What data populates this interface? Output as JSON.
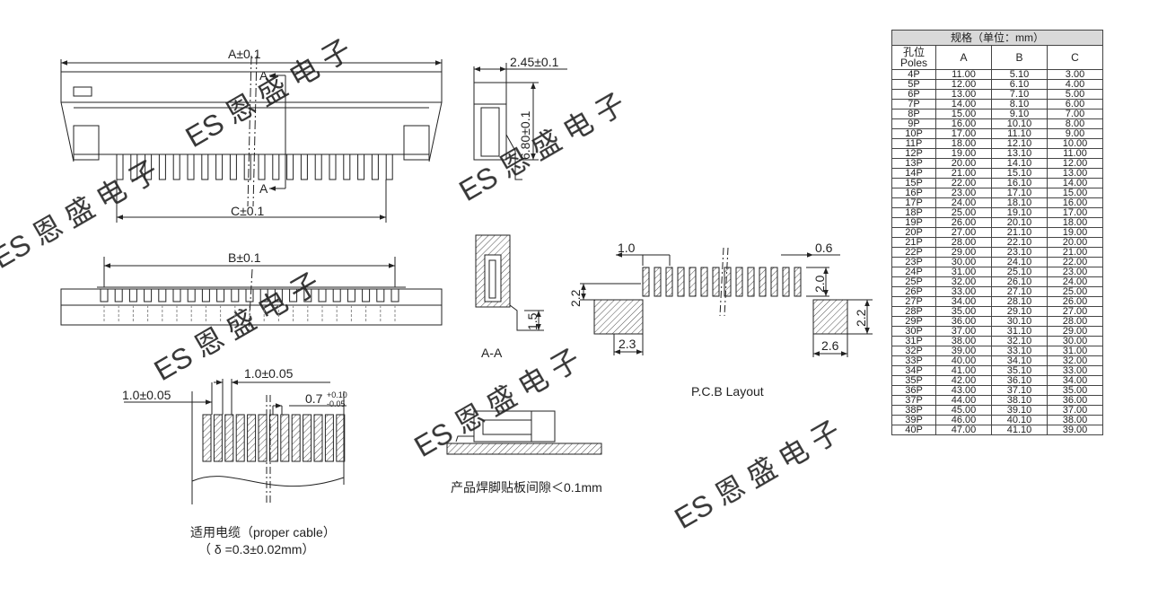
{
  "dims": {
    "a": "A±0.1",
    "c": "C±0.1",
    "b": "B±0.1",
    "section_mark": "A",
    "depth": "2.45±0.1",
    "height": "6.80±0.1",
    "section_h": "1.5",
    "pitch": "1.0±0.05",
    "edge": "1.0±0.05",
    "width": "0.7",
    "tol_plus": "+0.10",
    "tol_minus": "-0.05",
    "pcb_pitch": "1.0",
    "pcb_pad_w": "0.6",
    "pcb_pad_h": "2.0",
    "pcb_left_h": "2.2",
    "pcb_left_w": "2.3",
    "pcb_right_h": "2.2",
    "pcb_right_w": "2.6"
  },
  "captions": {
    "section": "A-A",
    "pcb": "P.C.B Layout",
    "solder": "产品焊脚贴板间隙＜0.1mm",
    "cable_1": "适用电缆（proper cable）",
    "cable_2": "（ δ =0.3±0.02mm）"
  },
  "watermark": "ES 恩 盛 电 子",
  "colors": {
    "line": "#222222",
    "header": "#d9d9d9",
    "watermark": "#e8e8e8"
  },
  "spec_table": {
    "title": "规格（单位：mm）",
    "headers": [
      "孔位\nPoles",
      "A",
      "B",
      "C"
    ],
    "rows": [
      [
        "4P",
        "11.00",
        "5.10",
        "3.00"
      ],
      [
        "5P",
        "12.00",
        "6.10",
        "4.00"
      ],
      [
        "6P",
        "13.00",
        "7.10",
        "5.00"
      ],
      [
        "7P",
        "14.00",
        "8.10",
        "6.00"
      ],
      [
        "8P",
        "15.00",
        "9.10",
        "7.00"
      ],
      [
        "9P",
        "16.00",
        "10.10",
        "8.00"
      ],
      [
        "10P",
        "17.00",
        "11.10",
        "9.00"
      ],
      [
        "11P",
        "18.00",
        "12.10",
        "10.00"
      ],
      [
        "12P",
        "19.00",
        "13.10",
        "11.00"
      ],
      [
        "13P",
        "20.00",
        "14.10",
        "12.00"
      ],
      [
        "14P",
        "21.00",
        "15.10",
        "13.00"
      ],
      [
        "15P",
        "22.00",
        "16.10",
        "14.00"
      ],
      [
        "16P",
        "23.00",
        "17.10",
        "15.00"
      ],
      [
        "17P",
        "24.00",
        "18.10",
        "16.00"
      ],
      [
        "18P",
        "25.00",
        "19.10",
        "17.00"
      ],
      [
        "19P",
        "26.00",
        "20.10",
        "18.00"
      ],
      [
        "20P",
        "27.00",
        "21.10",
        "19.00"
      ],
      [
        "21P",
        "28.00",
        "22.10",
        "20.00"
      ],
      [
        "22P",
        "29.00",
        "23.10",
        "21.00"
      ],
      [
        "23P",
        "30.00",
        "24.10",
        "22.00"
      ],
      [
        "24P",
        "31.00",
        "25.10",
        "23.00"
      ],
      [
        "25P",
        "32.00",
        "26.10",
        "24.00"
      ],
      [
        "26P",
        "33.00",
        "27.10",
        "25.00"
      ],
      [
        "27P",
        "34.00",
        "28.10",
        "26.00"
      ],
      [
        "28P",
        "35.00",
        "29.10",
        "27.00"
      ],
      [
        "29P",
        "36.00",
        "30.10",
        "28.00"
      ],
      [
        "30P",
        "37.00",
        "31.10",
        "29.00"
      ],
      [
        "31P",
        "38.00",
        "32.10",
        "30.00"
      ],
      [
        "32P",
        "39.00",
        "33.10",
        "31.00"
      ],
      [
        "33P",
        "40.00",
        "34.10",
        "32.00"
      ],
      [
        "34P",
        "41.00",
        "35.10",
        "33.00"
      ],
      [
        "35P",
        "42.00",
        "36.10",
        "34.00"
      ],
      [
        "36P",
        "43.00",
        "37.10",
        "35.00"
      ],
      [
        "37P",
        "44.00",
        "38.10",
        "36.00"
      ],
      [
        "38P",
        "45.00",
        "39.10",
        "37.00"
      ],
      [
        "39P",
        "46.00",
        "40.10",
        "38.00"
      ],
      [
        "40P",
        "47.00",
        "41.10",
        "39.00"
      ]
    ]
  }
}
